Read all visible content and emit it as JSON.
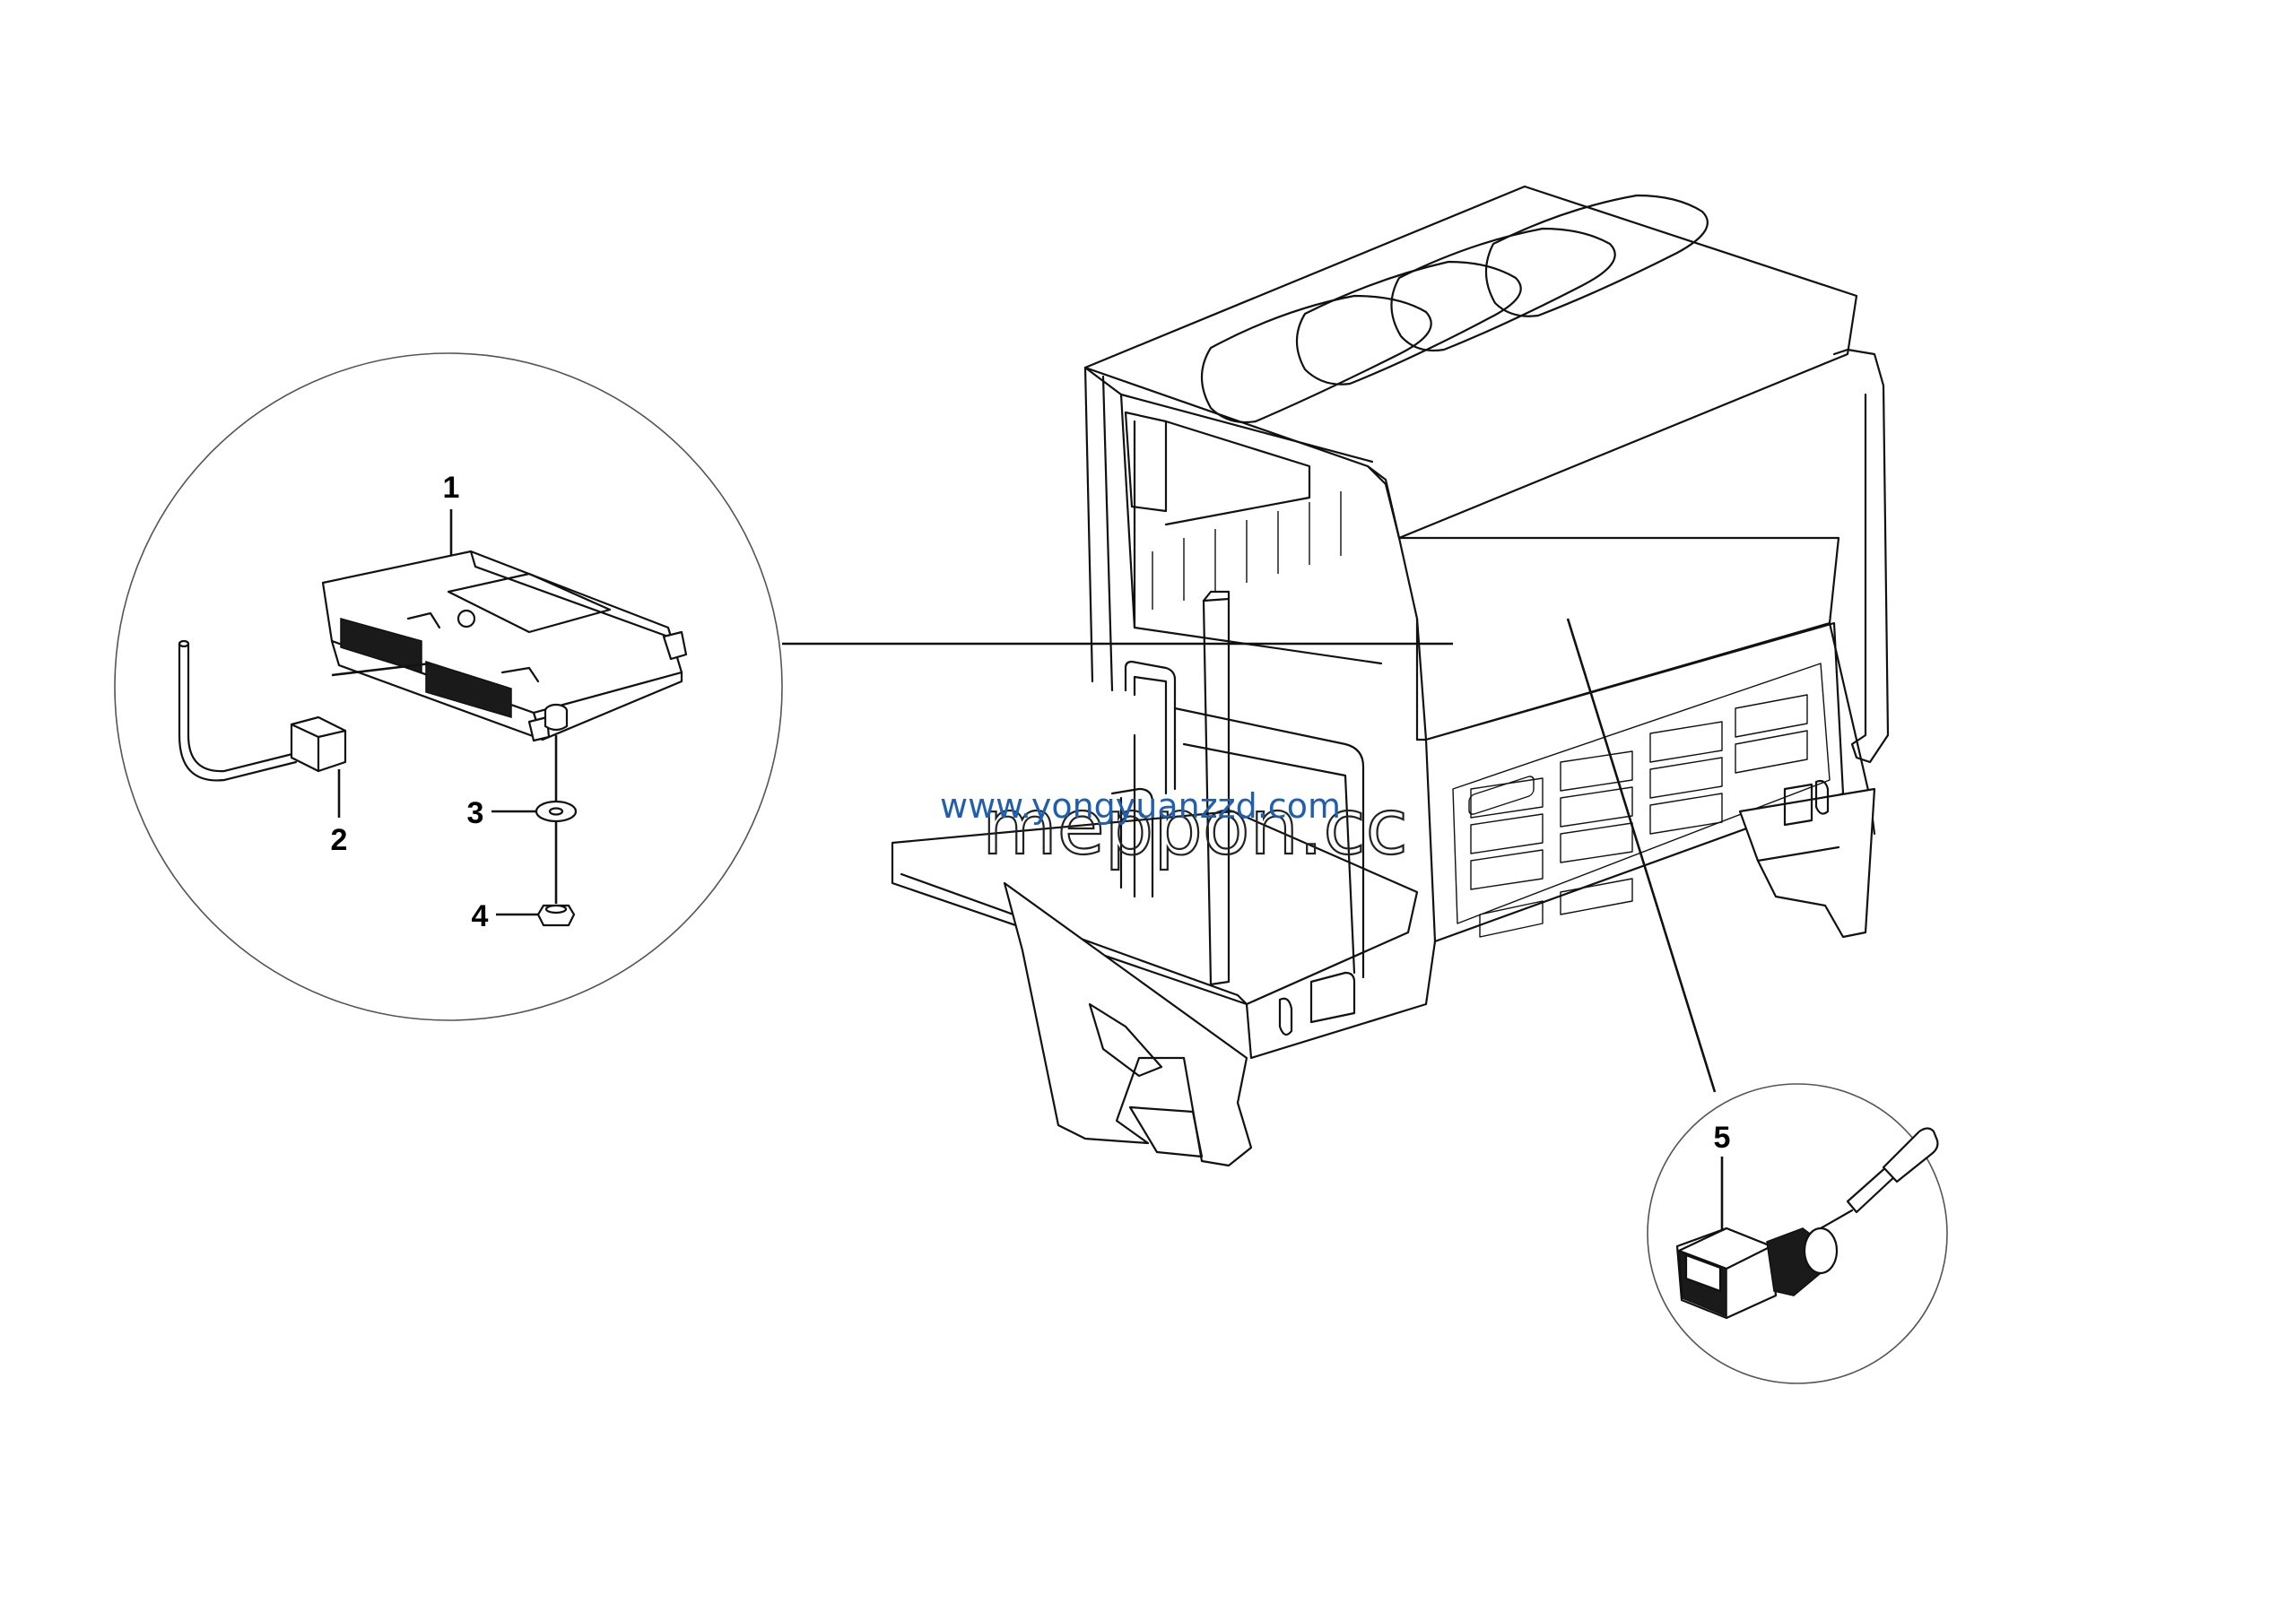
{
  "callouts": [
    {
      "id": "1",
      "label": "1"
    },
    {
      "id": "2",
      "label": "2"
    },
    {
      "id": "3",
      "label": "3"
    },
    {
      "id": "4",
      "label": "4"
    },
    {
      "id": "5",
      "label": "5"
    }
  ],
  "watermarks": {
    "url": "www.yongyuanzzd.com",
    "brand": "meppon.cc"
  }
}
